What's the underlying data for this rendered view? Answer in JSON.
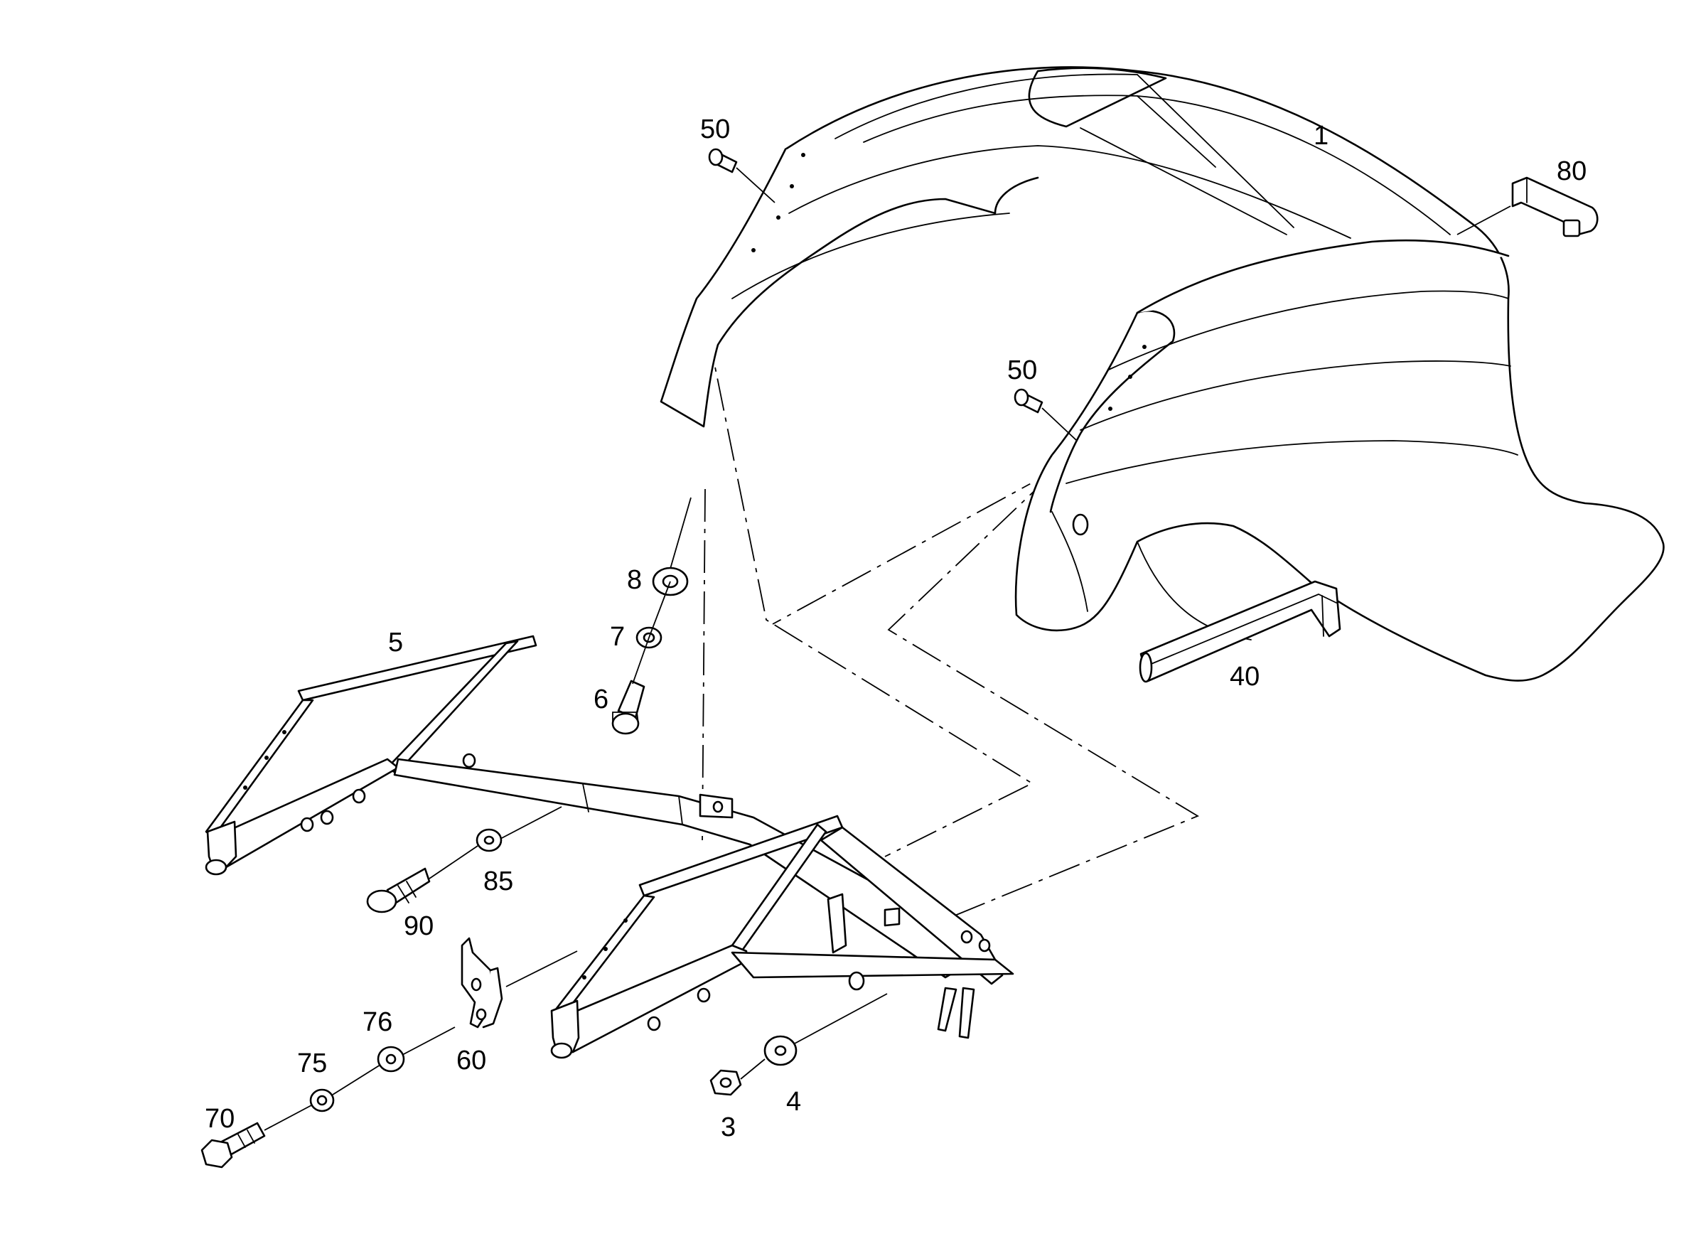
{
  "diagram": {
    "type": "exploded-parts-view",
    "colors": {
      "line": "#000000",
      "background": "#ffffff"
    },
    "callouts": [
      {
        "id": "1",
        "label": "1"
      },
      {
        "id": "80",
        "label": "80"
      },
      {
        "id": "50a",
        "label": "50"
      },
      {
        "id": "50b",
        "label": "50"
      },
      {
        "id": "8",
        "label": "8"
      },
      {
        "id": "7",
        "label": "7"
      },
      {
        "id": "6",
        "label": "6"
      },
      {
        "id": "5",
        "label": "5"
      },
      {
        "id": "40",
        "label": "40"
      },
      {
        "id": "85",
        "label": "85"
      },
      {
        "id": "90",
        "label": "90"
      },
      {
        "id": "60",
        "label": "60"
      },
      {
        "id": "76",
        "label": "76"
      },
      {
        "id": "75",
        "label": "75"
      },
      {
        "id": "70",
        "label": "70"
      },
      {
        "id": "3",
        "label": "3"
      },
      {
        "id": "4",
        "label": "4"
      }
    ]
  }
}
